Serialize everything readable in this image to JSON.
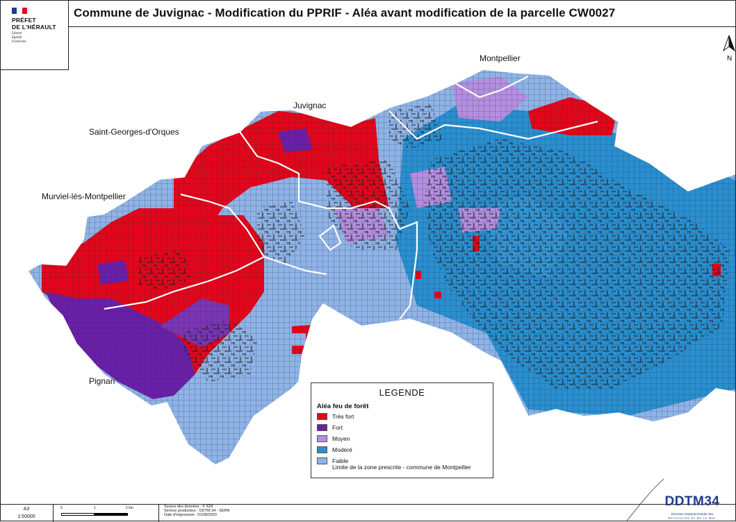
{
  "header": {
    "title": "Commune de Juvignac - Modification du PPRIF - Aléa avant modification de la parcelle CW0027",
    "logo": {
      "line1": "PRÉFET",
      "line2": "DE L'HÉRAULT",
      "motto": [
        "Liberté",
        "Égalité",
        "Fraternité"
      ]
    },
    "north_label": "N"
  },
  "map": {
    "communes": [
      {
        "name": "Montpellier"
      },
      {
        "name": "Juvignac"
      },
      {
        "name": "Saint-Georges-d'Orques"
      },
      {
        "name": "Murviel-lès-Montpellier"
      },
      {
        "name": "Pignan"
      }
    ]
  },
  "legend": {
    "title": "LEGENDE",
    "subtitle": "Aléa feu de forêt",
    "items": [
      {
        "label": "Très fort",
        "color": "#e3061b"
      },
      {
        "label": "Fort",
        "color": "#6a1fa8"
      },
      {
        "label": "Moyen",
        "color": "#b48ee0"
      },
      {
        "label": "Modéré",
        "color": "#2a8fcf"
      },
      {
        "label": "Faible",
        "color": "#8fb3e6"
      }
    ],
    "boundary_label": "Limite de la zone prescrite - commune de Montpellier"
  },
  "footer": {
    "format": "A3",
    "scale": "1:50000",
    "scale_ticks": [
      "0",
      "1",
      "2 km"
    ],
    "source_lines": [
      "Source des données : © IGN",
      "Service producteur : DDTM 34 - SERN",
      "Date d'impression : 01/08/2023"
    ],
    "agency": {
      "name": "DDTM34",
      "line1": "Direction Départementale des",
      "line2": "Territoires et de la Mer"
    }
  }
}
